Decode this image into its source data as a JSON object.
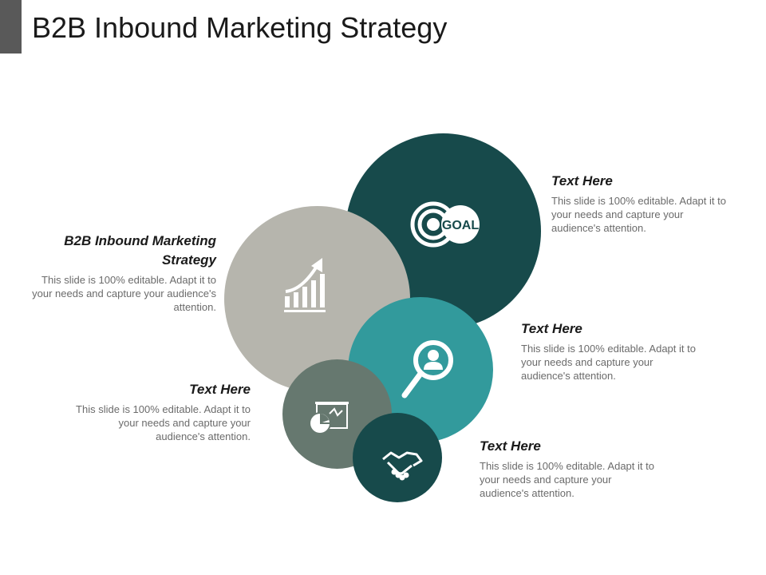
{
  "slide": {
    "title": "B2B Inbound Marketing Strategy",
    "colors": {
      "accent_bar": "#595959",
      "circle_goal": "#174a4b",
      "circle_growth": "#b6b5ad",
      "circle_search": "#329a9c",
      "circle_chart": "#66786f",
      "circle_handshake": "#174a4b"
    },
    "goal_icon_text": "GOAL",
    "blocks": [
      {
        "id": "goal",
        "heading": "Text Here",
        "body": "This slide is 100% editable. Adapt it to your needs and capture your audience's attention.",
        "icon": "goal-target-icon"
      },
      {
        "id": "growth",
        "heading": "B2B Inbound Marketing Strategy",
        "body": "This slide is 100% editable. Adapt it to your needs and capture your audience's attention.",
        "icon": "growth-chart-icon"
      },
      {
        "id": "search",
        "heading": "Text Here",
        "body": "This slide is 100% editable. Adapt it to your needs and capture your audience's attention.",
        "icon": "search-user-icon"
      },
      {
        "id": "chart",
        "heading": "Text Here",
        "body": "This slide is 100% editable. Adapt it to your needs and capture your audience's attention.",
        "icon": "presentation-board-icon"
      },
      {
        "id": "handshake",
        "heading": "Text Here",
        "body": "This slide is 100% editable. Adapt it to your needs and capture your audience's attention.",
        "icon": "handshake-icon"
      }
    ]
  }
}
